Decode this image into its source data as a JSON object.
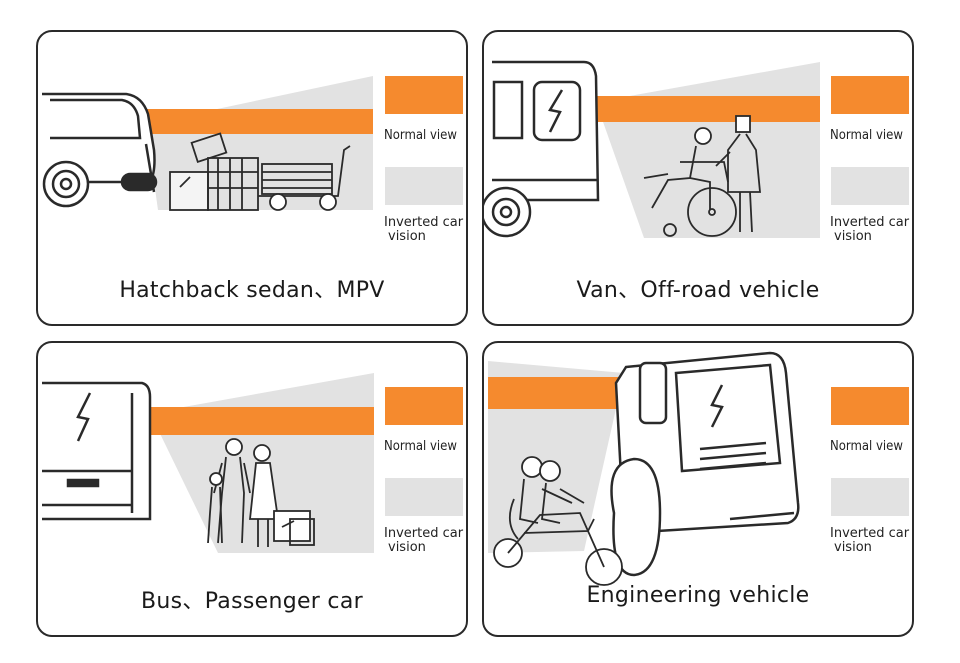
{
  "colors": {
    "normal_view": "#f58a2e",
    "inverted_view": "#e2e2e2",
    "outline": "#2a2a2a"
  },
  "legend": {
    "normal_label": "Normal view",
    "inverted_label_line1": "Inverted car",
    "inverted_label_line2": "vision"
  },
  "panels": [
    {
      "caption": "Hatchback sedan、MPV"
    },
    {
      "caption": "Van、Off-road vehicle"
    },
    {
      "caption": "Bus、Passenger car"
    },
    {
      "caption": "Engineering vehicle"
    }
  ]
}
